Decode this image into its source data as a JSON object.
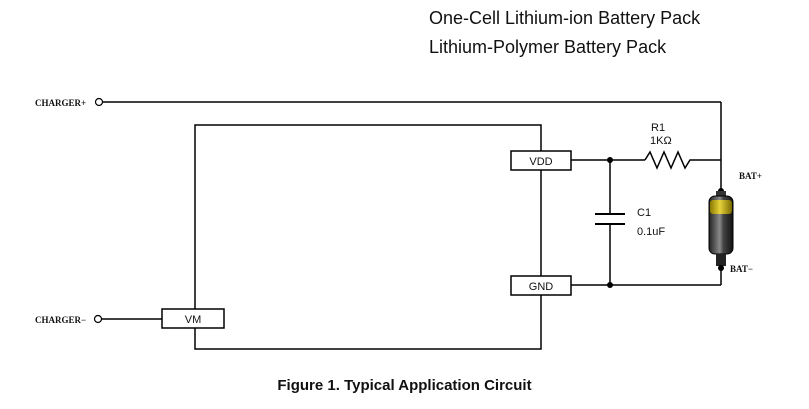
{
  "header": {
    "line1": "One-Cell Lithium-ion Battery Pack",
    "line2": "Lithium-Polymer Battery Pack"
  },
  "terminals": {
    "charger_plus": "CHARGER+",
    "charger_minus": "CHARGER−"
  },
  "ic_pins": {
    "vdd": "VDD",
    "gnd": "GND",
    "vm": "VM"
  },
  "components": {
    "r1_name": "R1",
    "r1_value": "1KΩ",
    "c1_name": "C1",
    "c1_value": "0.1uF",
    "bat_plus": "BAT+",
    "bat_minus": "BAT−"
  },
  "colors": {
    "battery_body": "#1a1a1a",
    "battery_top": "#c8b400",
    "wire": "#000000"
  },
  "caption": "Figure 1.  Typical Application Circuit"
}
